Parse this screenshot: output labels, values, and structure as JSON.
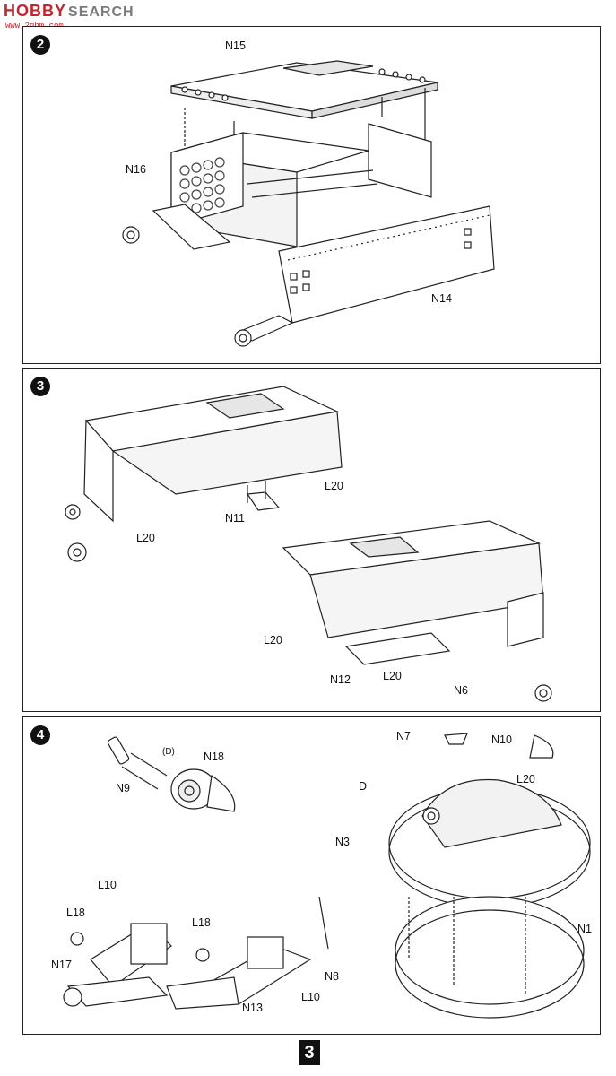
{
  "watermark": {
    "brand": "HOBBY",
    "search": "SEARCH",
    "url": "www.2qbm.com"
  },
  "steps": [
    {
      "number": "2",
      "labels": {
        "n15": "N15",
        "n16": "N16",
        "n14": "N14"
      }
    },
    {
      "number": "3",
      "labels": {
        "l20_a": "L20",
        "n11": "N11",
        "l20_b": "L20",
        "l20_c": "L20",
        "n12": "N12",
        "l20_d": "L20",
        "n6": "N6"
      }
    },
    {
      "number": "4",
      "labels": {
        "d_a": "(D)",
        "n18": "N18",
        "n9": "N9",
        "n7": "N7",
        "n10": "N10",
        "l20": "L20",
        "d_b": "D",
        "n3": "N3",
        "n1": "N1",
        "l10_a": "L10",
        "l18_a": "L18",
        "n17": "N17",
        "l18_b": "L18",
        "n8": "N8",
        "l10_b": "L10",
        "n13": "N13"
      }
    }
  ],
  "page_number": "3"
}
